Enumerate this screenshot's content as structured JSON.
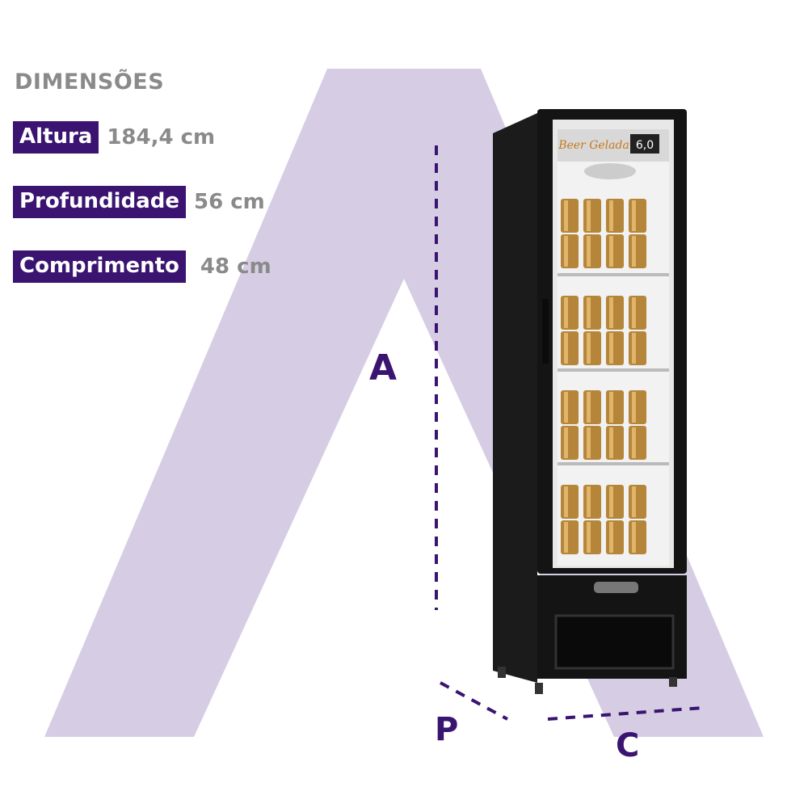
{
  "heading": "DIMENSÕES",
  "specs": [
    {
      "label": "Altura",
      "value": "184,4 cm"
    },
    {
      "label": "Profundidade",
      "value": "56 cm"
    },
    {
      "label": "Comprimento",
      "value": "48 cm"
    }
  ],
  "dimension_letters": {
    "height": "A",
    "depth": "P",
    "width": "C"
  },
  "fridge": {
    "display": "6,0",
    "brand": "Beer Gelada"
  },
  "colors": {
    "accent": "#3a1470",
    "background_shape": "#d6cde4",
    "text_gray": "#8a8a8a"
  }
}
